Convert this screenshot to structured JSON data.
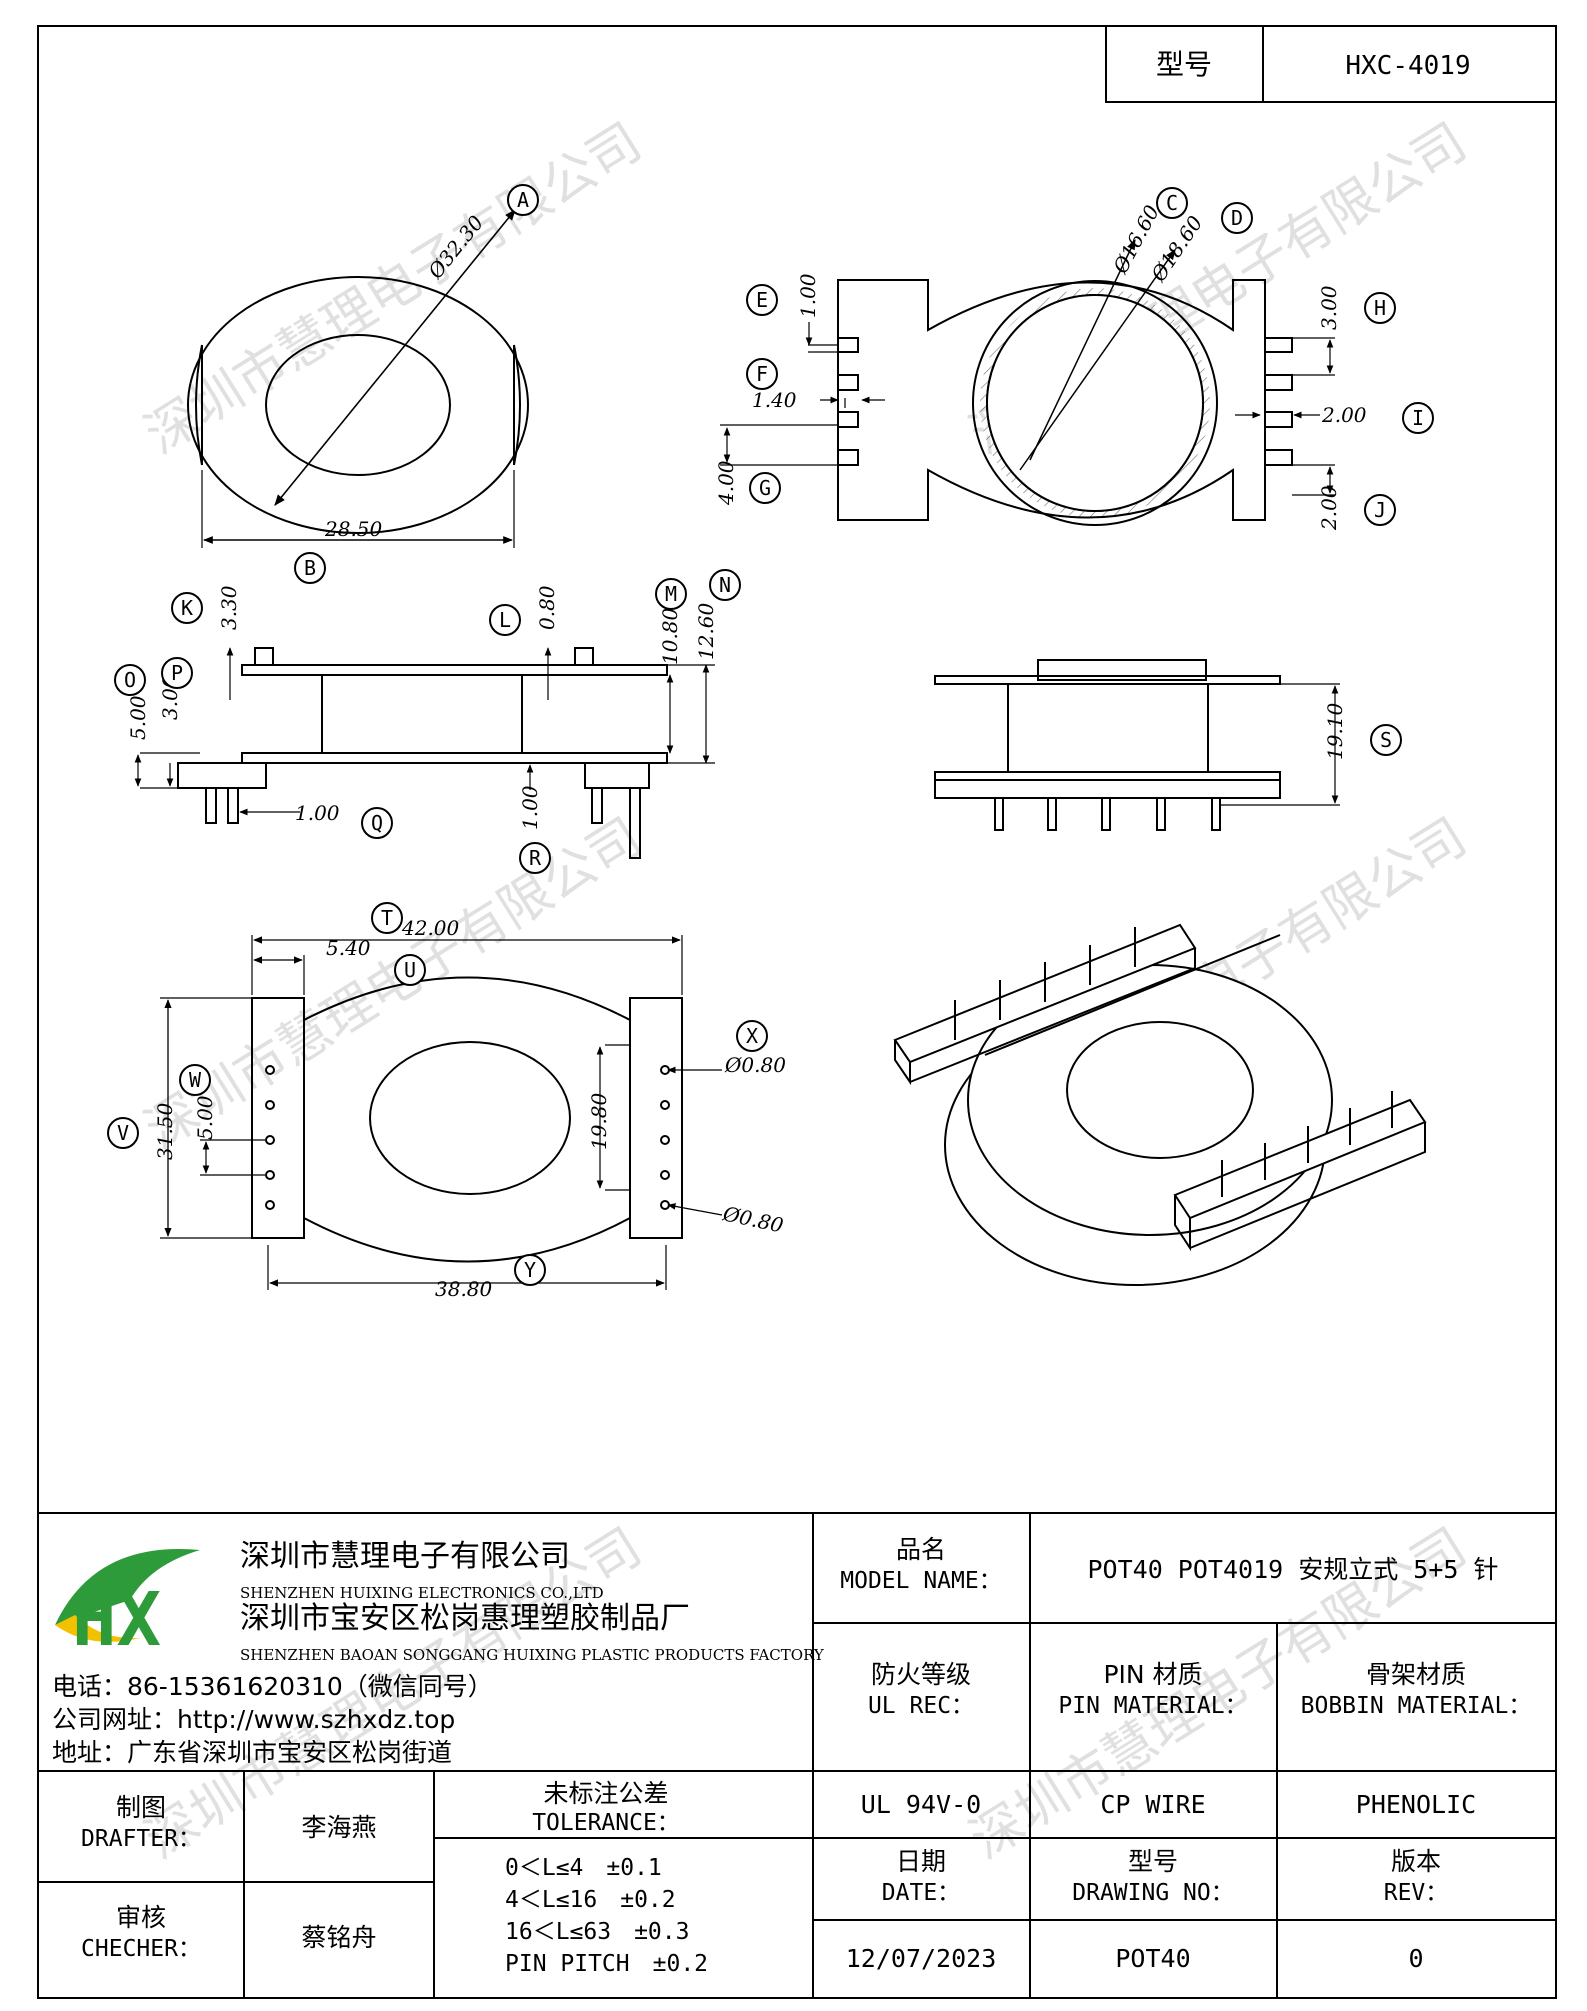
{
  "model_header": {
    "label": "型号",
    "value": "HXC-4019"
  },
  "watermark": "深圳市慧理电子有限公司",
  "views": {
    "top": {
      "dims": {
        "A": "Ø32.30",
        "B": "28.50"
      }
    },
    "bottom": {
      "dims": {
        "C": "Ø16.60",
        "D": "Ø18.60",
        "E": "1.00",
        "F": "1.40",
        "G": "4.00",
        "H": "3.00",
        "I": "2.00",
        "J": "2.00"
      }
    },
    "side": {
      "dims": {
        "K": "3.30",
        "L": "0.80",
        "M": "10.80",
        "N": "12.60",
        "O": "5.00",
        "P": "3.00",
        "Q": "1.00",
        "R": "1.00"
      }
    },
    "front": {
      "dims": {
        "S": "19.10"
      }
    },
    "plan": {
      "dims": {
        "T": "42.00",
        "U": "5.40",
        "V": "31.50",
        "W": "5.00",
        "X": "Ø0.80",
        "X2": "Ø0.80",
        "Y": "38.80",
        "Z": "19.80"
      }
    }
  },
  "company": {
    "name_cn": "深圳市慧理电子有限公司",
    "name_en": "SHENZHEN HUIXING ELECTRONICS CO.,LTD",
    "factory_cn": "深圳市宝安区松岗惠理塑胶制品厂",
    "factory_en": "SHENZHEN BAOAN SONGGANG HUIXING PLASTIC PRODUCTS FACTORY",
    "phone": "电话：86-15361620310（微信同号）",
    "website": "公司网址：http://www.szhxdz.top",
    "address": "地址：广东省深圳市宝安区松岗街道",
    "logo_letters": "HX",
    "colors": {
      "green": "#2e9b3a",
      "yellow": "#f2c200"
    }
  },
  "title_block": {
    "model_name": {
      "cn": "品名",
      "en": "MODEL NAME：",
      "value": "POT40 POT4019 安规立式 5+5 针"
    },
    "ul": {
      "cn": "防火等级",
      "en": "UL REC：",
      "value": "UL 94V-0"
    },
    "pin_material": {
      "cn": "PIN 材质",
      "en": "PIN MATERIAL：",
      "value": "CP WIRE"
    },
    "bobbin_material": {
      "cn": "骨架材质",
      "en": "BOBBIN MATERIAL：",
      "value": "PHENOLIC"
    },
    "drafter": {
      "cn": "制图",
      "en": "DRAFTER：",
      "value": "李海燕"
    },
    "checker": {
      "cn": "审核",
      "en": "CHECHER：",
      "value": "蔡铭舟"
    },
    "tolerance": {
      "cn": "未标注公差",
      "en": "TOLERANCE：",
      "lines": [
        "0＜L≤4　±0.1",
        "4＜L≤16　±0.2",
        "16＜L≤63　±0.3",
        "PIN PITCH　±0.2"
      ]
    },
    "date": {
      "cn": "日期",
      "en": "DATE：",
      "value": "12/07/2023"
    },
    "drawing_no": {
      "cn": "型号",
      "en": "DRAWING NO：",
      "value": "POT40"
    },
    "rev": {
      "cn": "版本",
      "en": "REV：",
      "value": "0"
    }
  }
}
